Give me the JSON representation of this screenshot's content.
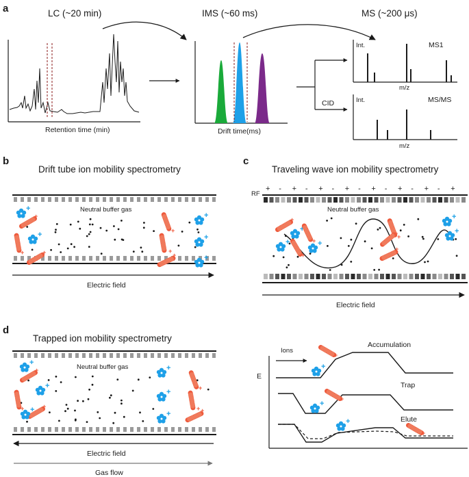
{
  "panel_a": {
    "letter": "a",
    "lc_title": "LC (~20 min)",
    "ims_title": "IMS (~60 ms)",
    "ms_title": "MS (~200 μs)",
    "lc_xlabel": "Retention time (min)",
    "ims_xlabel": "Drift time(ms)",
    "cid_label": "CID",
    "ms1_ylabel": "Int.",
    "ms1_name": "MS1",
    "ms1_xlabel": "m/z",
    "ms2_ylabel": "Int.",
    "ms2_name": "MS/MS",
    "ms2_xlabel": "m/z",
    "ims_peak_colors": [
      "#1aaa3a",
      "#1ea0e8",
      "#7b2a8a"
    ]
  },
  "panel_b": {
    "letter": "b",
    "title": "Drift tube ion mobility spectrometry",
    "gas_label": "Neutral buffer gas",
    "field_label": "Electric field"
  },
  "panel_c": {
    "letter": "c",
    "title": "Traveling wave ion mobility spectrometry",
    "rf_label": "RF",
    "gas_label": "Neutral buffer gas",
    "field_label": "Electric field"
  },
  "panel_d": {
    "letter": "d",
    "title": "Trapped ion mobility spectrometry",
    "gas_label": "Neutral buffer gas",
    "field_label": "Electric field",
    "gasflow_label": "Gas flow",
    "energy_axis": "E",
    "ions_label": "Ions",
    "stages": [
      "Accumulation",
      "Trap",
      "Elute"
    ]
  },
  "colors": {
    "ion_blue": "#1ea0e8",
    "ion_red": "#ee5a3c",
    "electrode_gray": "#9a9a9a",
    "dark": "#1a1a1a"
  }
}
